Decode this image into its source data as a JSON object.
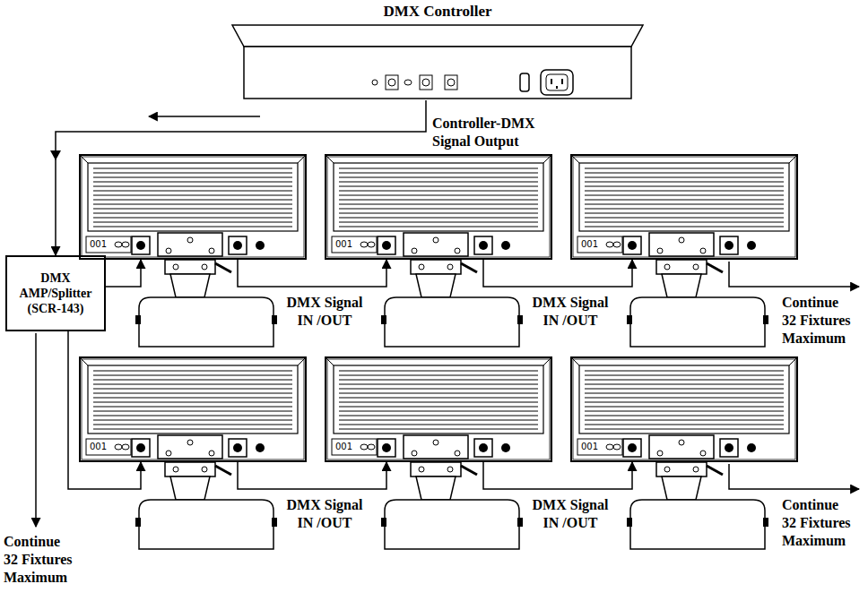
{
  "diagram": {
    "nodes": [
      {
        "text": [
          "DMX Controller"
        ]
      },
      {
        "text": [
          "DMX AMP/Splitter (SCR-143)"
        ]
      },
      {
        "text": [
          "001"
        ]
      },
      {
        "text": [
          "001"
        ]
      },
      {
        "text": [
          "001"
        ]
      },
      {
        "text": [
          "001"
        ]
      },
      {
        "text": [
          "001"
        ]
      },
      {
        "text": [
          "001"
        ]
      }
    ],
    "edges": [
      {
        "from": 0,
        "to": 1,
        "arrow": "to"
      },
      {
        "from": 1,
        "to": 2,
        "arrow": "to"
      },
      {
        "from": 2,
        "to": 3,
        "arrow": "to",
        "label": "DMX Signal IN /OUT"
      },
      {
        "from": 3,
        "to": 4,
        "arrow": "to",
        "label": "DMX Signal IN /OUT"
      },
      {
        "from": 1,
        "to": 5,
        "arrow": "to"
      },
      {
        "from": 5,
        "to": 6,
        "arrow": "to",
        "label": "DMX Signal IN /OUT"
      },
      {
        "from": 6,
        "to": 7,
        "arrow": "to",
        "label": "DMX Signal IN /OUT"
      }
    ],
    "labels": [
      "Controller-DMX Signal Output",
      "Continue 32 Fixtures Maximum",
      "Continue 32 Fixtures Maximum",
      "Continue 32 Fixtures Maximum"
    ]
  }
}
